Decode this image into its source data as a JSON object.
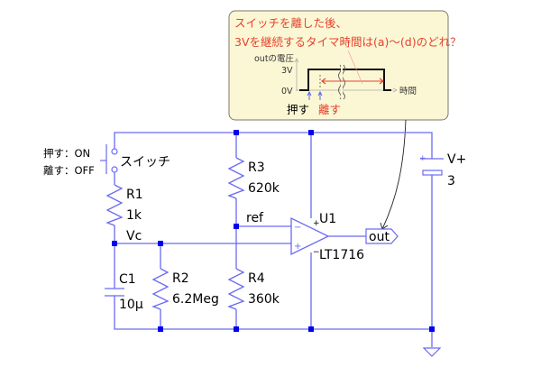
{
  "callout": {
    "line1": "スイッチを離した後、",
    "line2": "3Vを継続するタイマ時間は(a)〜(d)のどれ？",
    "graph": {
      "y_axis_label": "outの電圧",
      "y_high": "3V",
      "y_low": "0V",
      "x_axis_label": "時間",
      "press_label": "押す",
      "release_label": "離す"
    }
  },
  "switch": {
    "press_label": "押す：ON",
    "release_label": "離す：OFF",
    "name": "スイッチ"
  },
  "components": {
    "R1": {
      "name": "R1",
      "value": "1k"
    },
    "R2": {
      "name": "R2",
      "value": "6.2Meg"
    },
    "R3": {
      "name": "R3",
      "value": "620k"
    },
    "R4": {
      "name": "R4",
      "value": "360k"
    },
    "C1": {
      "name": "C1",
      "value": "10μ"
    },
    "U1": {
      "name": "U1",
      "value": "LT1716"
    },
    "V1": {
      "name": "V+",
      "value": "3"
    }
  },
  "nets": {
    "vc": "Vc",
    "ref": "ref",
    "out": "out"
  },
  "colors": {
    "wire": "#6a6af2",
    "junction": "#0000ee",
    "callout_bg": "#fbf7d4",
    "callout_text": "#e8402e"
  }
}
